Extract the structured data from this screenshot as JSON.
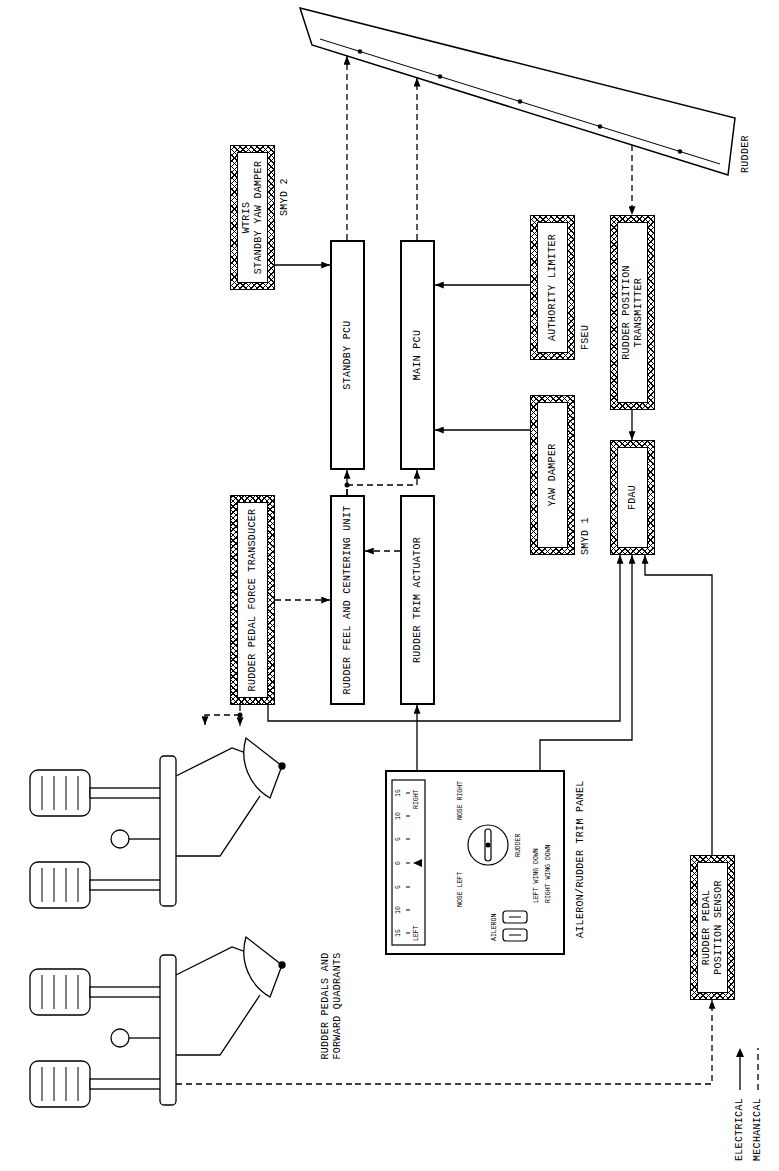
{
  "diagram": {
    "nodes": [
      {
        "text": [
          "WTRIS",
          "STANDBY YAW DAMPER"
        ]
      },
      {
        "text": [
          "STANDBY PCU"
        ]
      },
      {
        "text": [
          "MAIN PCU"
        ]
      },
      {
        "text": [
          "RUDDER"
        ]
      },
      {
        "text": [
          "AUTHORITY LIMITER"
        ]
      },
      {
        "text": [
          "RUDDER POSITION TRANSMITTER"
        ]
      },
      {
        "text": [
          "RUDDER PEDAL FORCE TRANSDUCER"
        ]
      },
      {
        "text": [
          "RUDDER FEEL AND CENTERING UNIT"
        ]
      },
      {
        "text": [
          "RUDDER TRIM ACTUATOR"
        ]
      },
      {
        "text": [
          "YAW DAMPER"
        ]
      },
      {
        "text": [
          "FDAU"
        ]
      },
      {
        "text": [
          "RUDDER PEDALS AND FORWARD QUADRANTS"
        ]
      },
      {
        "text": [
          "AILERON/RUDDER TRIM PANEL"
        ]
      },
      {
        "text": [
          "RUDDER PEDAL POSITION SENSOR"
        ]
      }
    ],
    "edges": [
      {
        "from": 0,
        "to": 1,
        "arrow": "to"
      },
      {
        "from": 1,
        "to": 3,
        "arrow": "to"
      },
      {
        "from": 2,
        "to": 3,
        "arrow": "to"
      },
      {
        "from": 4,
        "to": 2,
        "arrow": "to"
      },
      {
        "from": 9,
        "to": 2,
        "arrow": "to"
      },
      {
        "from": 3,
        "to": 5,
        "arrow": "to"
      },
      {
        "from": 5,
        "to": 10,
        "arrow": "to"
      },
      {
        "from": 6,
        "to": 11,
        "arrow": "to"
      },
      {
        "from": 6,
        "to": 7,
        "arrow": "to"
      },
      {
        "from": 8,
        "to": 7,
        "arrow": "to"
      },
      {
        "from": 7,
        "to": 1,
        "arrow": "to"
      },
      {
        "from": 7,
        "to": 2,
        "arrow": "to"
      },
      {
        "from": 12,
        "to": 8,
        "arrow": "to"
      },
      {
        "from": 6,
        "to": 10,
        "arrow": "to"
      },
      {
        "from": 12,
        "to": 10,
        "arrow": "to"
      },
      {
        "from": 13,
        "to": 10,
        "arrow": "to"
      },
      {
        "from": 11,
        "to": 13,
        "arrow": "to"
      }
    ],
    "labels": [
      "SMYD 2",
      "FSEU",
      "SMYD 1",
      "15",
      "10",
      "5",
      "0",
      "5",
      "10",
      "15",
      "LEFT",
      "RIGHT",
      "NOSE LEFT",
      "NOSE RIGHT",
      "RUDDER",
      "AILERON",
      "LEFT WING DOWN",
      "RIGHT WING DOWN"
    ],
    "legend": [
      {
        "text": "ELECTRICAL"
      },
      {
        "text": "MECHANICAL"
      }
    ]
  }
}
